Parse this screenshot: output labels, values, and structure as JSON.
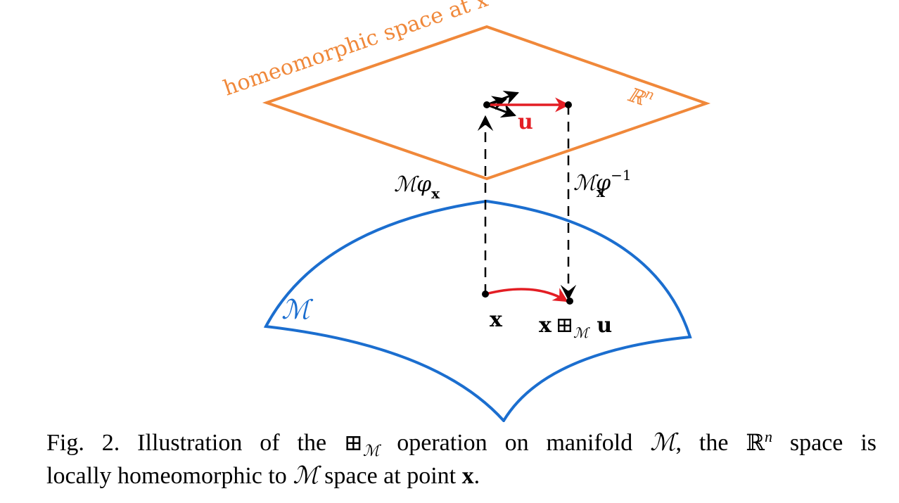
{
  "diagram": {
    "plane_label": "homeomorphic space at x",
    "space_label": "ℝ",
    "space_exponent": "n",
    "vector_label": "u",
    "manifold_label": "ℳ",
    "chart_map_label_base": "ℳφ",
    "chart_map_label_sub": "x",
    "inverse_map_label_base": "ℳφ",
    "inverse_map_label_sub": "x",
    "inverse_map_label_sup": "−1",
    "point_label": "x",
    "result_label_x": "x",
    "result_label_op": "⊞",
    "result_label_sub": "ℳ",
    "result_label_u": "u",
    "colors": {
      "plane": "#f0883a",
      "manifold": "#1b6ecf",
      "vector": "#e31e24",
      "arrows": "#000000"
    }
  },
  "caption": {
    "part1": "Fig. 2.  Illustration of the ",
    "op": "⊞",
    "op_sub": "ℳ",
    "part2": " operation on manifold ",
    "manifold": "ℳ",
    "part3": ", the ",
    "space": "ℝ",
    "space_sup": "n",
    "part4": " space is",
    "part5": "locally homeomorphic to ",
    "manifold2": "ℳ",
    "part6": " space at point ",
    "point": "x",
    "part7": "."
  }
}
